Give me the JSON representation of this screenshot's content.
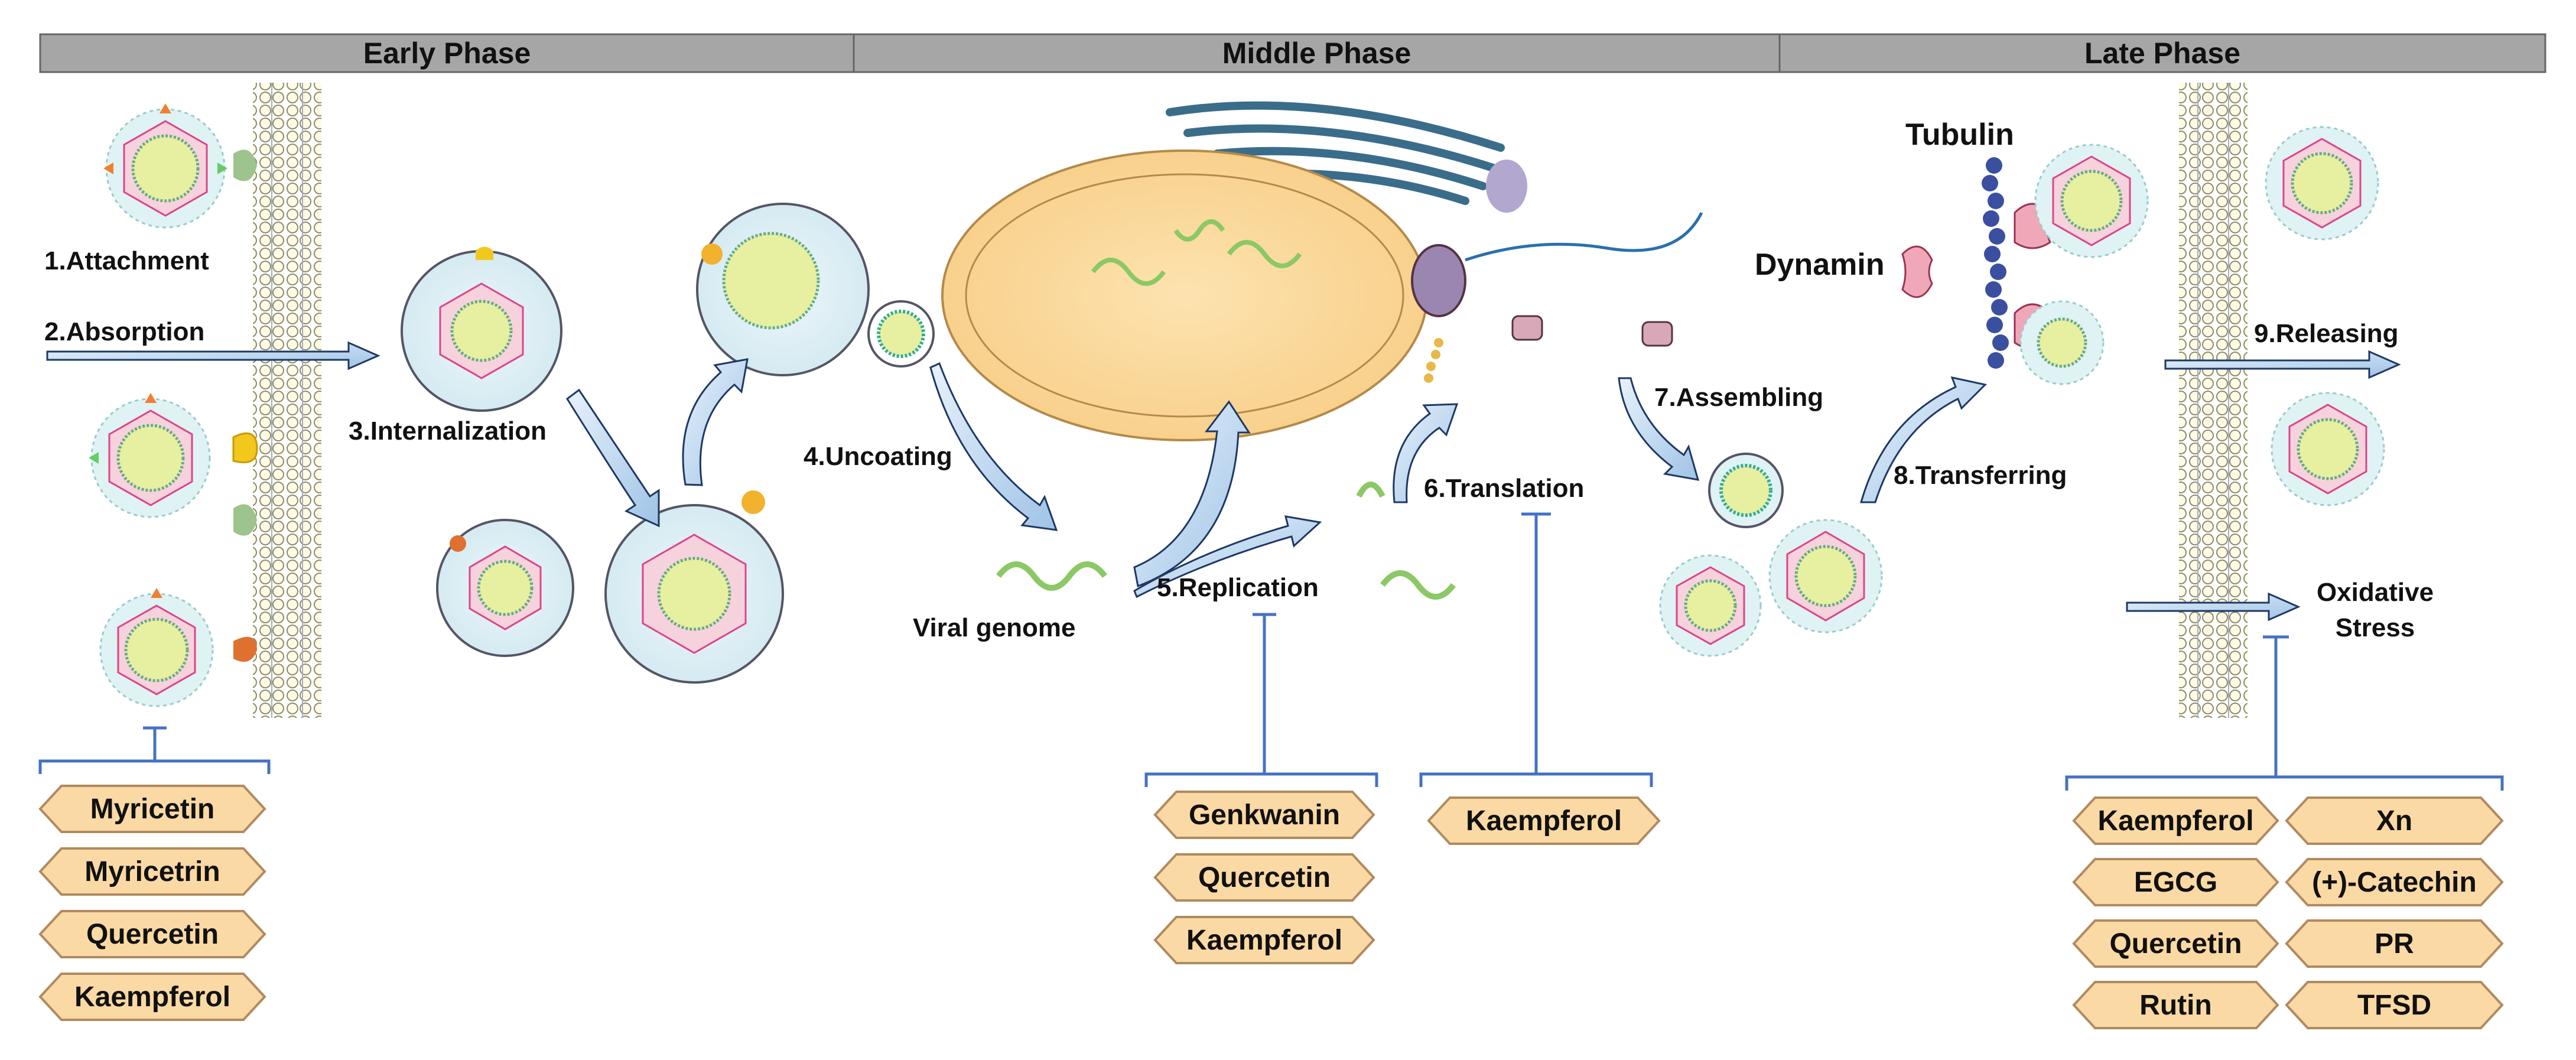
{
  "phases": [
    "Early Phase",
    "Middle Phase",
    "Late Phase"
  ],
  "steps": {
    "attachment": "1.Attachment",
    "absorption": "2.Absorption",
    "internalization": "3.Internalization",
    "uncoating": "4.Uncoating",
    "replication": "5.Replication",
    "translation": "6.Translation",
    "assembling": "7.Assembling",
    "transferring": "8.Transferring",
    "releasing": "9.Releasing"
  },
  "labels": {
    "viral_genome": "Viral genome",
    "tubulin": "Tubulin",
    "dynamin": "Dynamin",
    "oxidative_stress_line1": "Oxidative",
    "oxidative_stress_line2": "Stress"
  },
  "inhibitors": {
    "early": [
      "Myricetin",
      "Myricetrin",
      "Quercetin",
      "Kaempferol"
    ],
    "replication": [
      "Genkwanin",
      "Quercetin",
      "Kaempferol"
    ],
    "translation": [
      "Kaempferol"
    ],
    "late_left": [
      "Kaempferol",
      "EGCG",
      "Quercetin",
      "Rutin"
    ],
    "late_right": [
      "Xn",
      "(+)-Catechin",
      "PR",
      "TFSD"
    ]
  },
  "colors": {
    "header_bg": "#a6a6a6",
    "hexagon_fill": "#fbd9a4",
    "hexagon_stroke": "#b08a60",
    "inhibitor_line": "#4472c4",
    "arrow_fill": "#bdd7ee",
    "nucleus_fill": "#fbd99a",
    "virus_core": "#e6f0a0",
    "rna_green": "#8cc865",
    "tubulin_blue": "#3a4fa0",
    "dynamin_pink": "#f0a8b8"
  }
}
